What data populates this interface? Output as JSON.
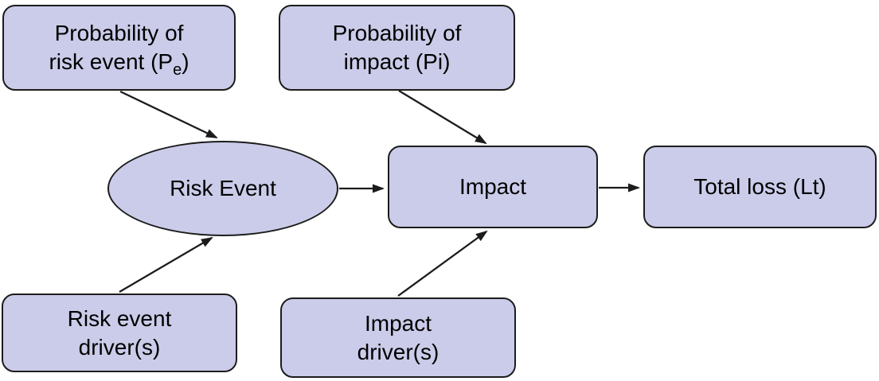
{
  "diagram": {
    "colors": {
      "node_fill": "#cbcce9",
      "node_border": "#1c1c1c",
      "arrow": "#1c1c1c",
      "background": "#ffffff",
      "text": "#000000"
    },
    "nodes": {
      "prob_risk_event": {
        "line1": "Probability of",
        "line2_prefix": "risk event (P",
        "subscript": "e",
        "line2_suffix": ")"
      },
      "prob_impact": {
        "line1": "Probability of",
        "line2": "impact (Pi)"
      },
      "risk_event": {
        "label": "Risk Event"
      },
      "impact": {
        "label": "Impact"
      },
      "total_loss": {
        "label": "Total loss (Lt)"
      },
      "risk_event_drivers": {
        "line1": "Risk event",
        "line2": "driver(s)"
      },
      "impact_drivers": {
        "line1": "Impact",
        "line2": "driver(s)"
      }
    },
    "edges": [
      {
        "from": "prob_risk_event",
        "to": "risk_event"
      },
      {
        "from": "risk_event_drivers",
        "to": "risk_event"
      },
      {
        "from": "prob_impact",
        "to": "impact"
      },
      {
        "from": "impact_drivers",
        "to": "impact"
      },
      {
        "from": "risk_event",
        "to": "impact"
      },
      {
        "from": "impact",
        "to": "total_loss"
      }
    ]
  }
}
